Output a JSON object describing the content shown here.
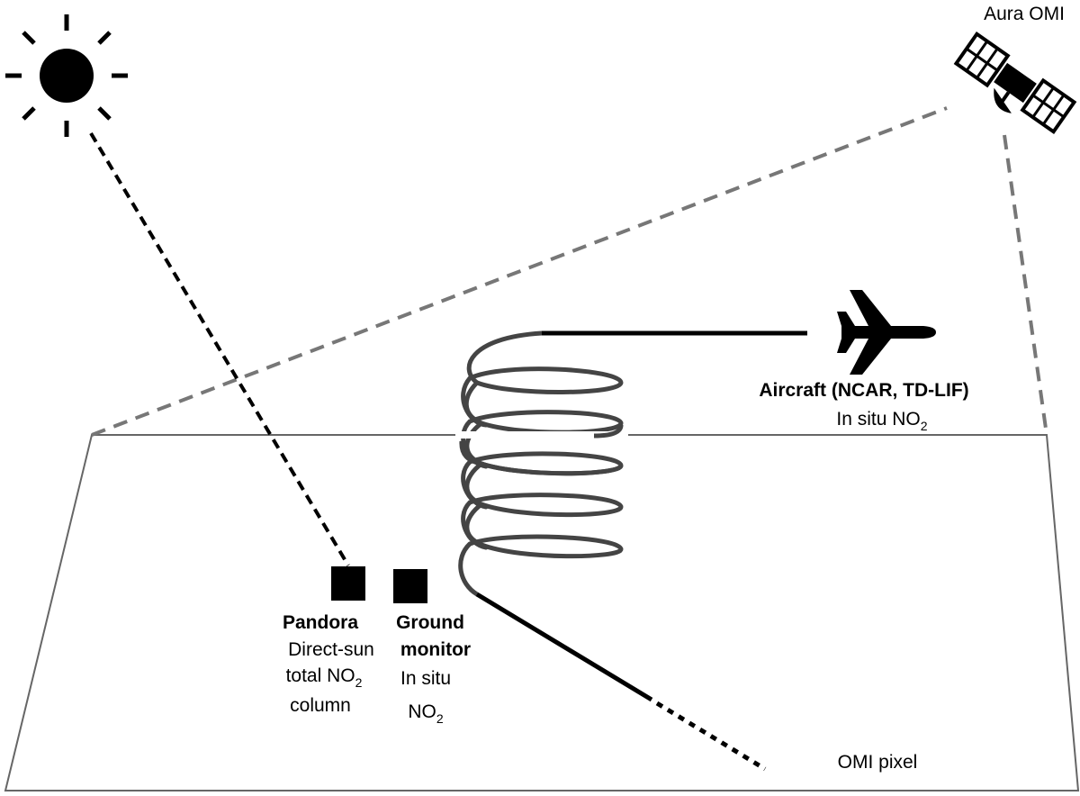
{
  "satellite": {
    "label": "Aura OMI",
    "icon": "satellite-icon"
  },
  "sun": {
    "icon": "sun-icon"
  },
  "aircraft": {
    "icon": "airplane-icon",
    "name": "Aircraft (NCAR, TD-LIF)",
    "desc_prefix": "In situ NO",
    "desc_sub": "2"
  },
  "pandora": {
    "name": "Pandora",
    "line1": "Direct-sun",
    "line2_prefix": "total NO",
    "line2_sub": "2",
    "line3": "column"
  },
  "ground_monitor": {
    "name_line1": "Ground",
    "name_line2": "monitor",
    "line1": "In situ",
    "line2_prefix": "NO",
    "line2_sub": "2"
  },
  "pixel": {
    "label": "OMI pixel"
  }
}
